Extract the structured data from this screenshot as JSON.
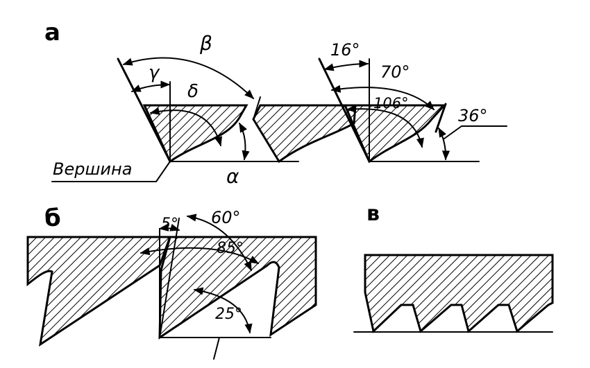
{
  "panels": {
    "a": {
      "letter": "а",
      "greek": {
        "beta": "β",
        "gamma": "γ",
        "delta": "δ",
        "alpha": "α"
      },
      "apex_label": "Вершина",
      "angles": {
        "a16": "16°",
        "a70": "70°",
        "a106": "106°",
        "a36": "36°"
      }
    },
    "b": {
      "letter": "б",
      "angles": {
        "a5": "5°",
        "a60": "60°",
        "a85": "85°",
        "a25": "25°"
      }
    },
    "v": {
      "letter": "в"
    }
  },
  "colors": {
    "ink": "#000000",
    "background": "#ffffff"
  }
}
